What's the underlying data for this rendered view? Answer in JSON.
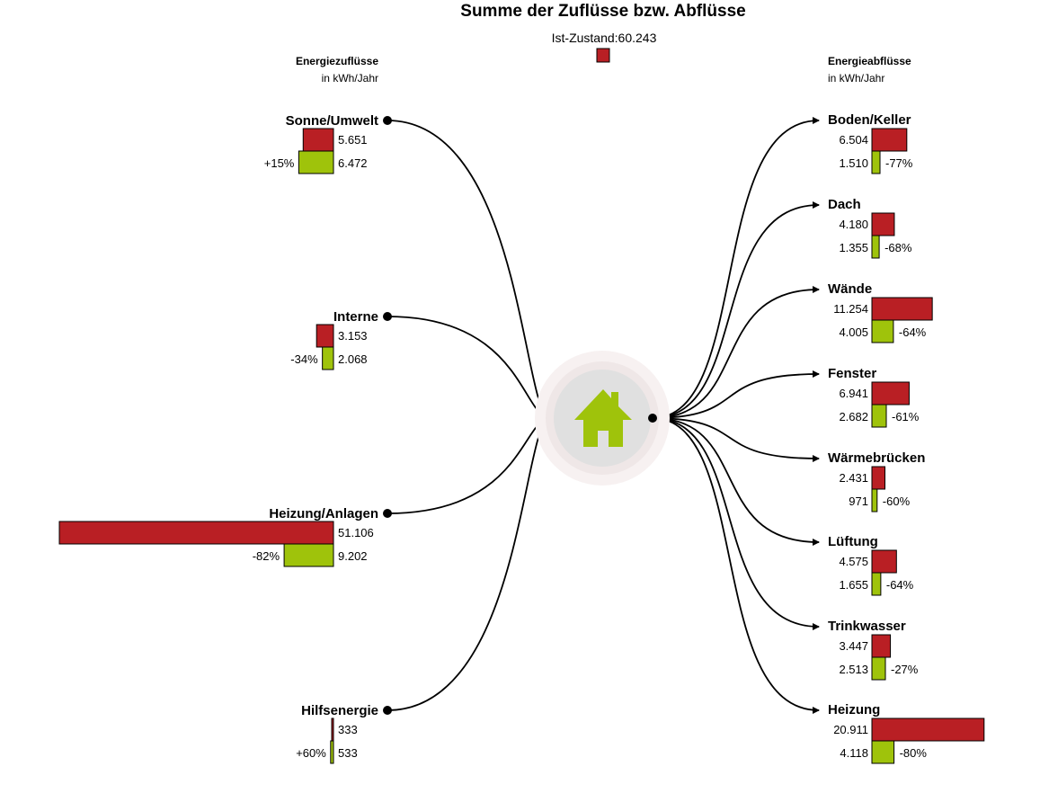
{
  "colors": {
    "current": "#b91f24",
    "target": "#9fc30b",
    "icon": "#9fc30b",
    "ring": "#e0e0e0"
  },
  "chart_data": {
    "type": "sankey",
    "title": "Summe der Zuflüsse bzw. Abflüsse",
    "legend": {
      "label": "Ist-Zustand:60.243"
    },
    "inflows_header": {
      "title": "Energiezuflüsse",
      "unit": "in kWh/Jahr"
    },
    "outflows_header": {
      "title": "Energieabflüsse",
      "unit": "in kWh/Jahr"
    },
    "center_icon": "house-icon",
    "inflows": [
      {
        "name": "Sonne/Umwelt",
        "current": 5651,
        "current_label": "5.651",
        "target": 6472,
        "target_label": "6.472",
        "change": "+15%"
      },
      {
        "name": "Interne",
        "current": 3153,
        "current_label": "3.153",
        "target": 2068,
        "target_label": "2.068",
        "change": "-34%"
      },
      {
        "name": "Heizung/Anlagen",
        "current": 51106,
        "current_label": "51.106",
        "target": 9202,
        "target_label": "9.202",
        "change": "-82%"
      },
      {
        "name": "Hilfsenergie",
        "current": 333,
        "current_label": "333",
        "target": 533,
        "target_label": "533",
        "change": "+60%"
      }
    ],
    "outflows": [
      {
        "name": "Boden/Keller",
        "current": 6504,
        "current_label": "6.504",
        "target": 1510,
        "target_label": "1.510",
        "change": "-77%"
      },
      {
        "name": "Dach",
        "current": 4180,
        "current_label": "4.180",
        "target": 1355,
        "target_label": "1.355",
        "change": "-68%"
      },
      {
        "name": "Wände",
        "current": 11254,
        "current_label": "11.254",
        "target": 4005,
        "target_label": "4.005",
        "change": "-64%"
      },
      {
        "name": "Fenster",
        "current": 6941,
        "current_label": "6.941",
        "target": 2682,
        "target_label": "2.682",
        "change": "-61%"
      },
      {
        "name": "Wärmebrücken",
        "current": 2431,
        "current_label": "2.431",
        "target": 971,
        "target_label": "971",
        "change": "-60%"
      },
      {
        "name": "Lüftung",
        "current": 4575,
        "current_label": "4.575",
        "target": 1655,
        "target_label": "1.655",
        "change": "-64%"
      },
      {
        "name": "Trinkwasser",
        "current": 3447,
        "current_label": "3.447",
        "target": 2513,
        "target_label": "2.513",
        "change": "-27%"
      },
      {
        "name": "Heizung",
        "current": 20911,
        "current_label": "20.911",
        "target": 4118,
        "target_label": "4.118",
        "change": "-80%"
      }
    ]
  }
}
